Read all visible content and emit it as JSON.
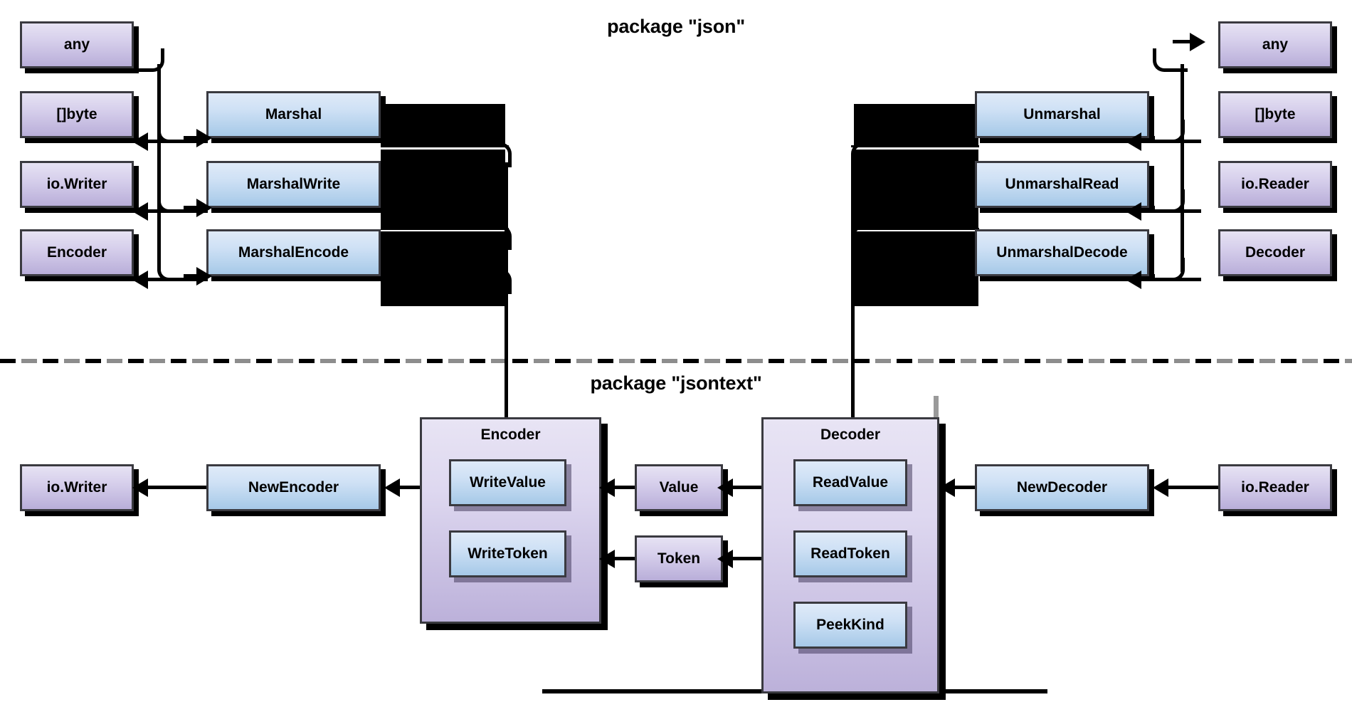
{
  "packages": {
    "json": {
      "title": "package \"json\""
    },
    "jsontext": {
      "title": "package \"jsontext\""
    }
  },
  "marshal_section": {
    "inputs": [
      {
        "label": "any"
      },
      {
        "label": "[]byte"
      },
      {
        "label": "io.Writer"
      },
      {
        "label": "Encoder"
      }
    ],
    "functions": [
      {
        "label": "Marshal"
      },
      {
        "label": "MarshalWrite"
      },
      {
        "label": "MarshalEncode"
      }
    ]
  },
  "unmarshal_section": {
    "functions": [
      {
        "label": "Unmarshal"
      },
      {
        "label": "UnmarshalRead"
      },
      {
        "label": "UnmarshalDecode"
      }
    ],
    "inputs": [
      {
        "label": "any"
      },
      {
        "label": "[]byte"
      },
      {
        "label": "io.Reader"
      },
      {
        "label": "Decoder"
      }
    ]
  },
  "jsontext_section": {
    "encoder_group": {
      "title": "Encoder",
      "methods": [
        {
          "label": "WriteValue"
        },
        {
          "label": "WriteToken"
        }
      ]
    },
    "decoder_group": {
      "title": "Decoder",
      "methods": [
        {
          "label": "ReadValue"
        },
        {
          "label": "ReadToken"
        },
        {
          "label": "PeekKind"
        }
      ]
    },
    "middle_types": [
      {
        "label": "Value"
      },
      {
        "label": "Token"
      }
    ],
    "constructors": [
      {
        "label": "NewEncoder"
      },
      {
        "label": "NewDecoder"
      }
    ],
    "io_types": [
      {
        "label": "io.Writer"
      },
      {
        "label": "io.Reader"
      }
    ]
  },
  "colors": {
    "type_box": "#b9aed9",
    "func_box": "#a6c9e8",
    "border": "#3a3a40",
    "line": "#000000",
    "divider_grey": "#8d8d8d",
    "background": "#ffffff"
  }
}
